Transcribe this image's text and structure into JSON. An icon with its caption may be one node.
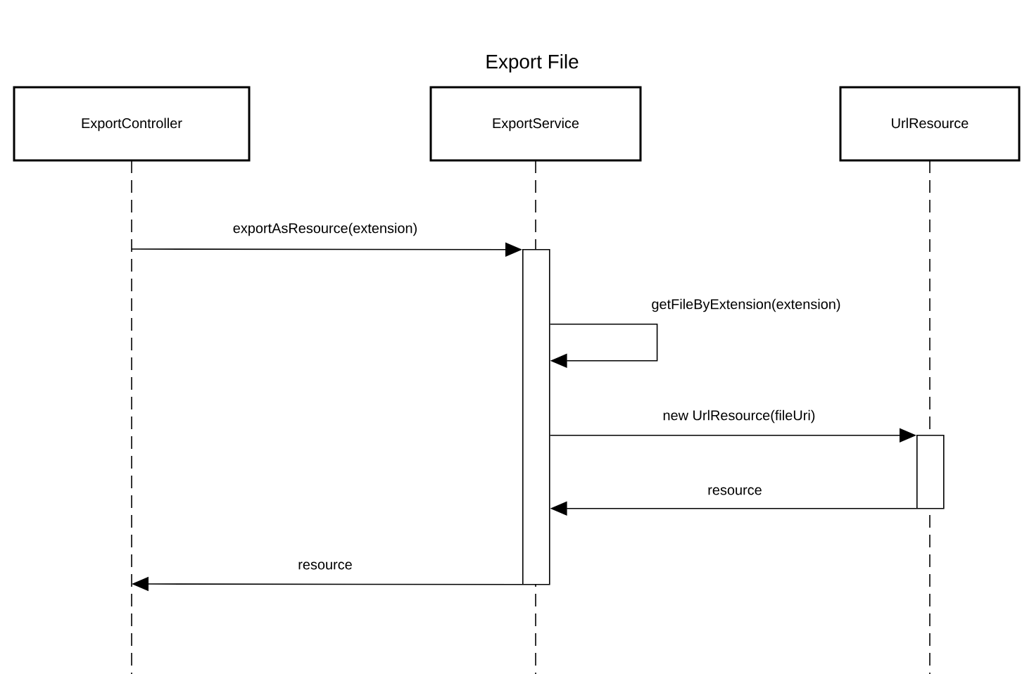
{
  "diagram": {
    "title": "Export File",
    "nodes": [
      {
        "text": [
          "ExportController"
        ]
      },
      {
        "text": [
          "ExportService"
        ]
      },
      {
        "text": [
          "UrlResource"
        ]
      },
      {
        "text": [],
        "shape": "bar",
        "in": 1
      },
      {
        "text": [],
        "shape": "bar",
        "in": 2
      }
    ],
    "edges": [
      {
        "from": 0,
        "to": 3,
        "arrow": "to",
        "label": "exportAsResource(extension)"
      },
      {
        "from": 3,
        "to": 3,
        "arrow": "to",
        "label": "getFileByExtension(extension)"
      },
      {
        "from": 3,
        "to": 4,
        "arrow": "to",
        "label": "new UrlResource(fileUri)"
      },
      {
        "from": 4,
        "to": 3,
        "arrow": "to",
        "label": "resource"
      },
      {
        "from": 3,
        "to": 0,
        "arrow": "to",
        "label": "resource"
      }
    ]
  }
}
